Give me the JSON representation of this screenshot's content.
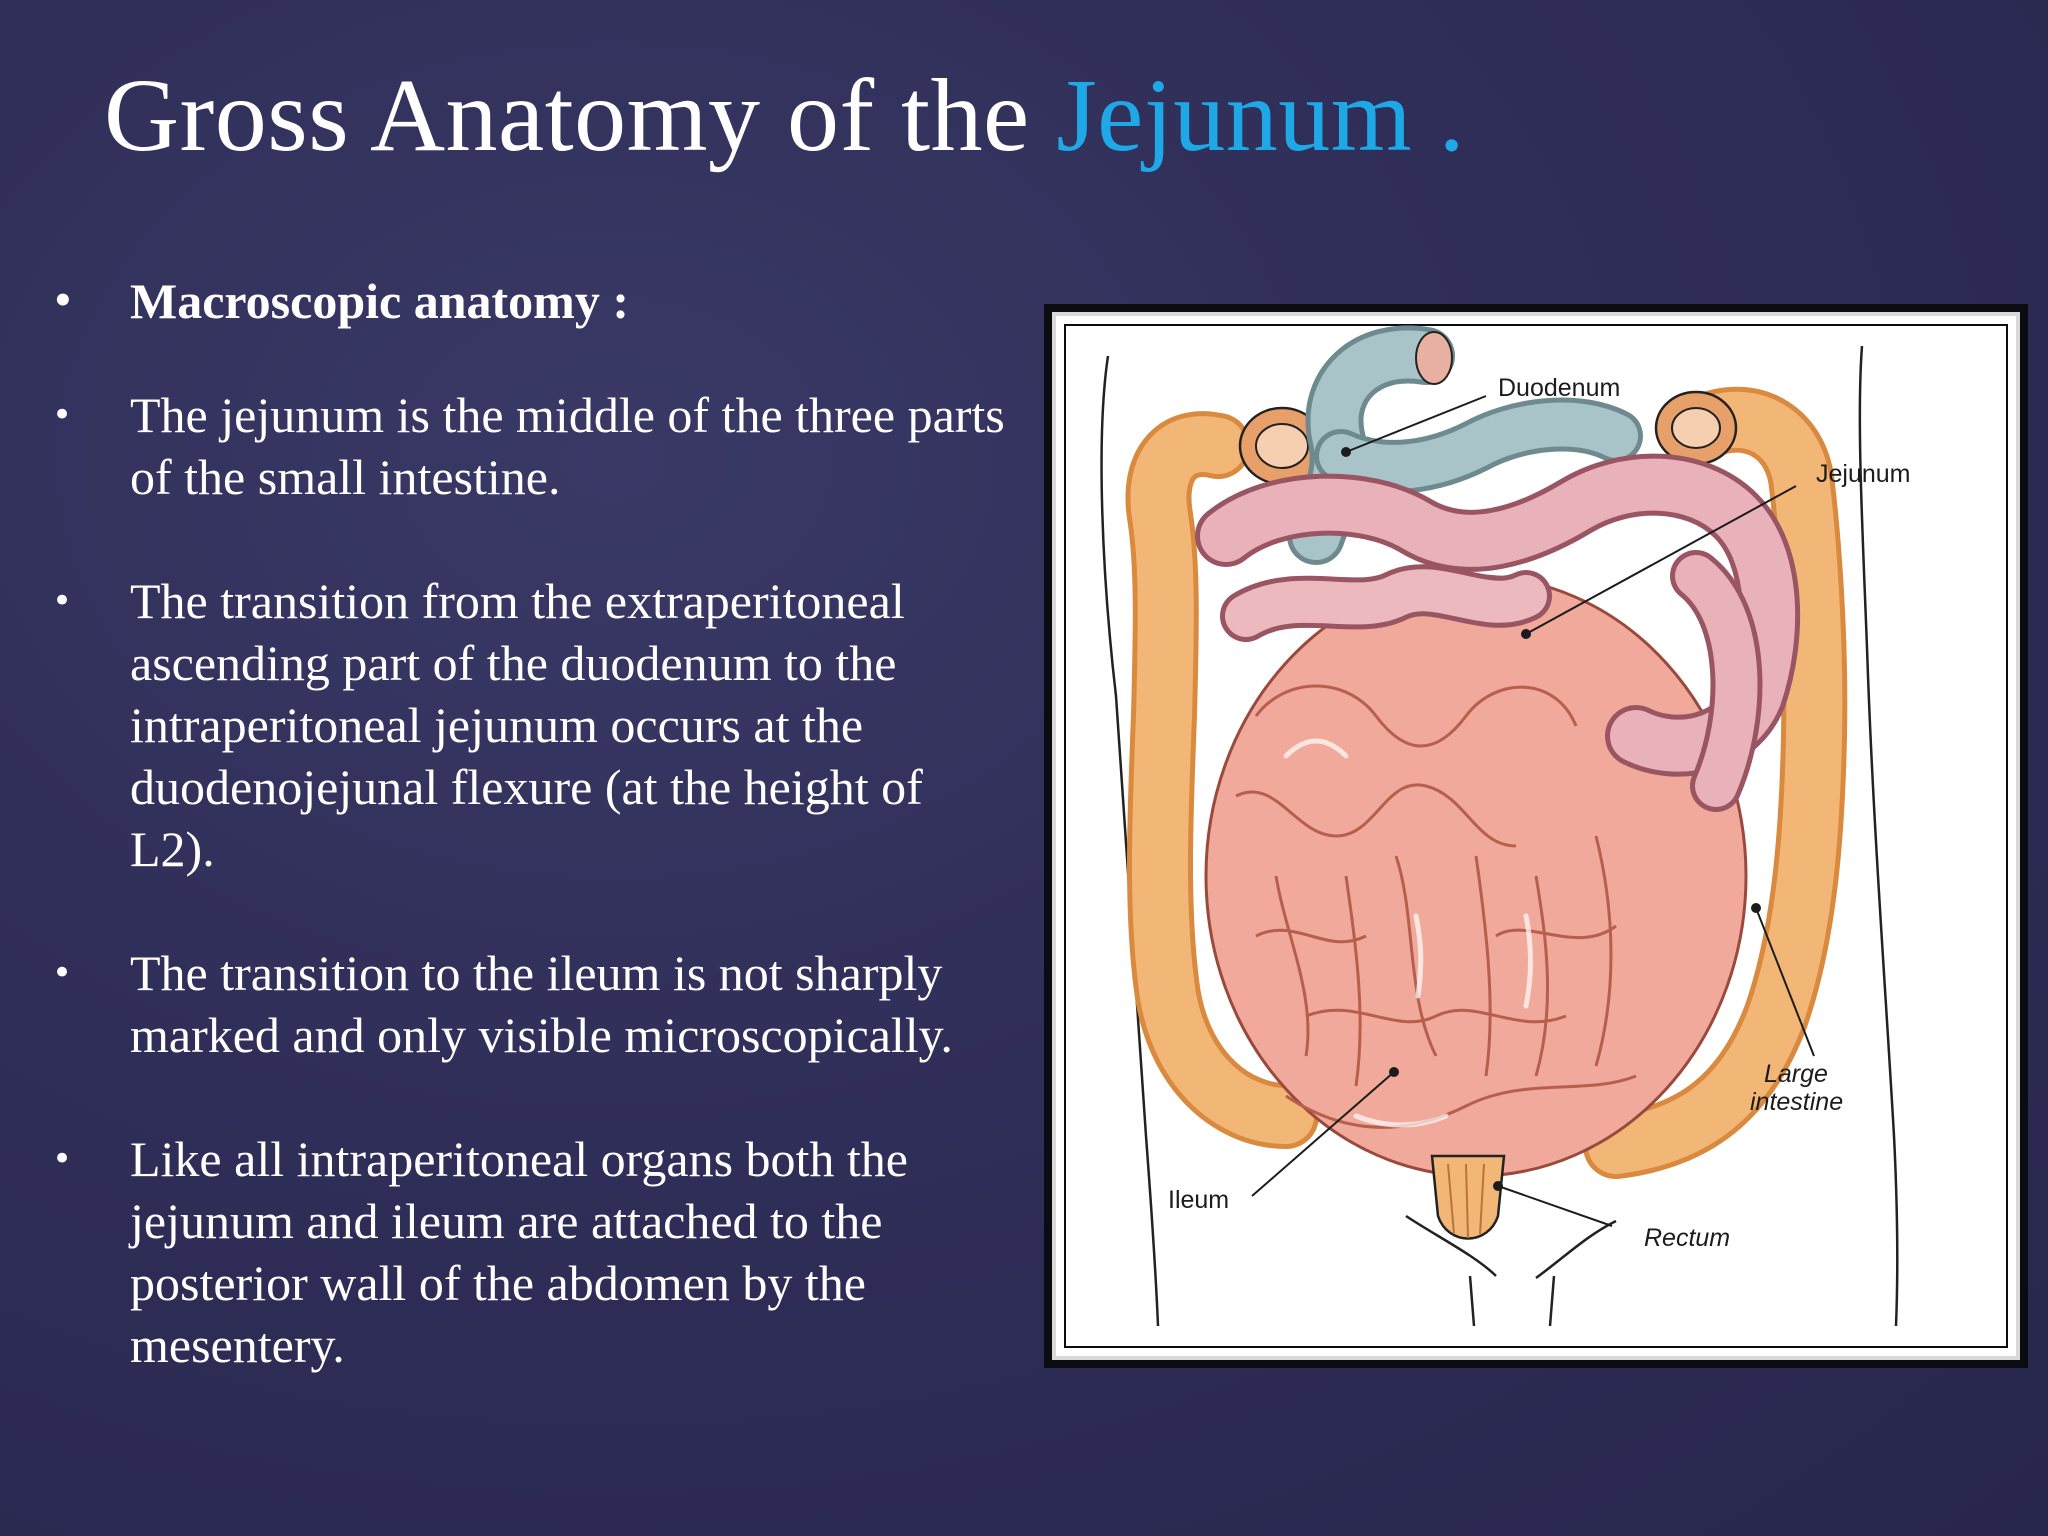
{
  "title": {
    "main": "Gross Anatomy of the ",
    "accent": "Jejunum ."
  },
  "bullets": [
    "Macroscopic anatomy :",
    "The jejunum is the middle of the three parts of the small intestine.",
    "The transition from the extraperitoneal ascending part of the duodenum to the intraperitoneal jejunum occurs at the duodenojejunal flexure (at the height of L2).",
    "The transition to the ileum is not sharply marked and only visible microscopically.",
    "Like all intraperitoneal organs both the jejunum and ileum are attached to the posterior wall of the abdomen by the mesentery."
  ],
  "bullet_glyph": "•",
  "figure": {
    "labels": {
      "duodenum": "Duodenum",
      "jejunum": "Jejunum",
      "large_intestine_1": "Large",
      "large_intestine_2": "intestine",
      "ileum": "Ileum",
      "rectum": "Rectum"
    }
  },
  "colors": {
    "accent": "#1ea8e6",
    "background": "#2f2e58",
    "duodenum": "#a9c4c8",
    "small_intestine": "#f0a99b",
    "jejunum": "#e9b2bb",
    "large_intestine": "#f2b777"
  }
}
